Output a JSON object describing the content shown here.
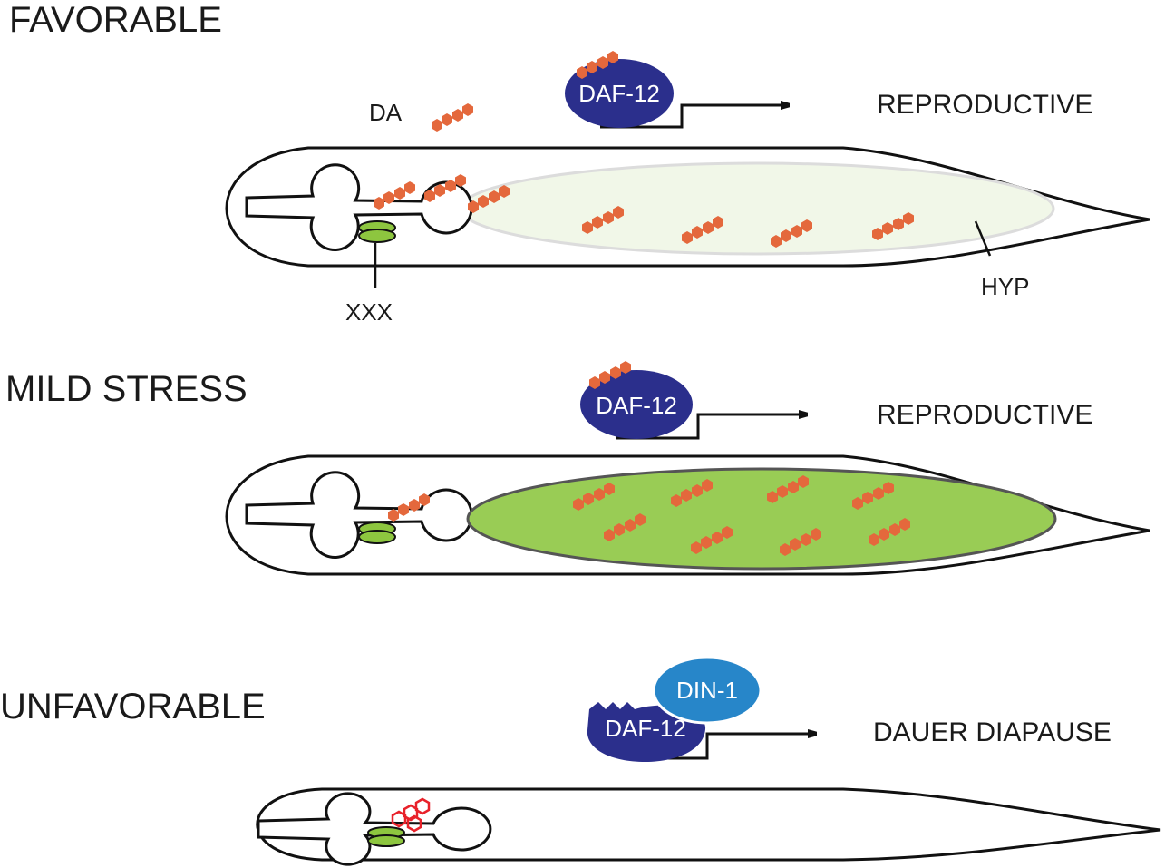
{
  "colors": {
    "daf12": "#2b2f8c",
    "din1": "#2786c9",
    "ligand": "#e4683c",
    "red_ligand": "#e8212a",
    "hyp_pale": "#f1f7e8",
    "hyp_green": "#99cc55",
    "gland_green": "#8dc63f",
    "outline": "#111111"
  },
  "panels": [
    {
      "title": "FAVORABLE",
      "protein": "DAF-12",
      "outcome": "REPRODUCTIVE",
      "ligand_label": "DA",
      "gland_label": "XXX",
      "hyp_label": "HYP",
      "hyp_state": "pale"
    },
    {
      "title": "MILD STRESS",
      "protein": "DAF-12",
      "outcome": "REPRODUCTIVE",
      "hyp_state": "filled"
    },
    {
      "title": "UNFAVORABLE",
      "protein": "DAF-12",
      "corepressor": "DIN-1",
      "outcome": "DAUER DIAPAUSE",
      "hyp_state": "none"
    }
  ]
}
